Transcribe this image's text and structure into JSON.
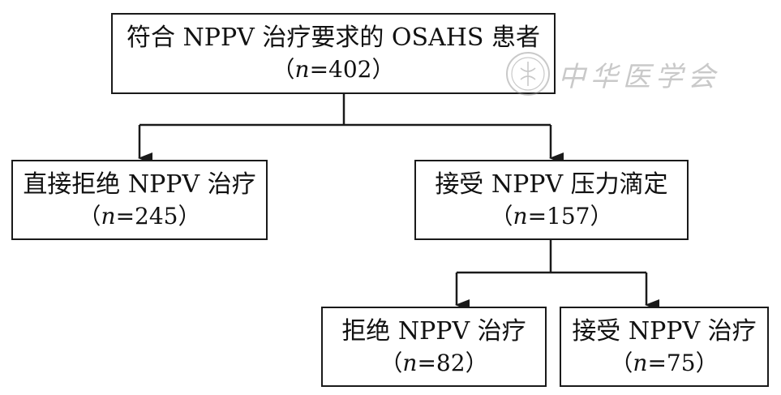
{
  "boxes": {
    "root": {
      "title": "符合 NPPV 治疗要求的 OSAHS 患者",
      "n_label": "n",
      "n_value": "=402"
    },
    "reject": {
      "title": "直接拒绝 NPPV 治疗",
      "n_label": "n",
      "n_value": "=245"
    },
    "titrate": {
      "title": "接受 NPPV 压力滴定",
      "n_label": "n",
      "n_value": "=157"
    },
    "reject2": {
      "title": "拒绝 NPPV 治疗",
      "n_label": "n",
      "n_value": "=82"
    },
    "accept": {
      "title": "接受 NPPV 治疗",
      "n_label": "n",
      "n_value": "=75"
    }
  },
  "paren_open": "（",
  "paren_close": "）",
  "watermark": {
    "text": "中华医学会"
  },
  "colors": {
    "line": "#1a1a1a",
    "watermark": "#8a8a8a"
  }
}
